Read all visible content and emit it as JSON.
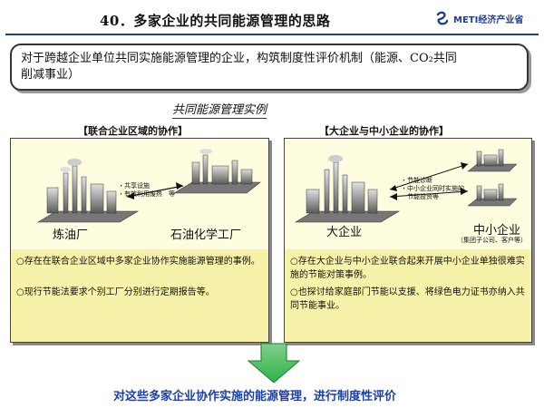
{
  "header": {
    "title": "40．多家企业的共同能源管理的思路",
    "logo_text": "METI经济产业省"
  },
  "intro": {
    "line1": "对于跨越企业单位共同实施能源管理的企业，构筑制度性评价机制（能源、CO₂共同",
    "line2": "削减事业）"
  },
  "subtitle": "共同能源管理实例",
  "left": {
    "heading": "【联合企业区域的协作】",
    "annotation1": "・共享设施",
    "annotation2": "・有效利用废热　等",
    "label_a": "炼油厂",
    "label_b": "石油化学工厂",
    "bullet1": "○存在在联合企业区域中多家企业协作实施能源管理的事例。",
    "bullet2": "○现行节能法要求个别工厂分别进行定期报告等。"
  },
  "right": {
    "heading": "【大企业与中小企业的协作】",
    "annotation1": "・节能诊断",
    "annotation2": "・中小企业同时实施的",
    "annotation3": "　节能投资等",
    "label_a": "大企业",
    "label_b": "中小企业",
    "label_b_note": "（集团子公司、客户等）",
    "bullet1": "○存在大企业与中小企业联合起来开展中小企业单独很难实施的节能对策事例。",
    "bullet2": "○也探讨给家庭部门节能以支援、将绿色电力证书亦纳入共同节能事业。"
  },
  "conclusion": "对这些多家企业协作实施的能源管理，进行制度性评价",
  "colors": {
    "panel_fill": "#f7f2a9",
    "arrow_green": "#2fb34a",
    "title_rule": "#1f3f8f",
    "conclusion_text": "#1a3faf"
  }
}
